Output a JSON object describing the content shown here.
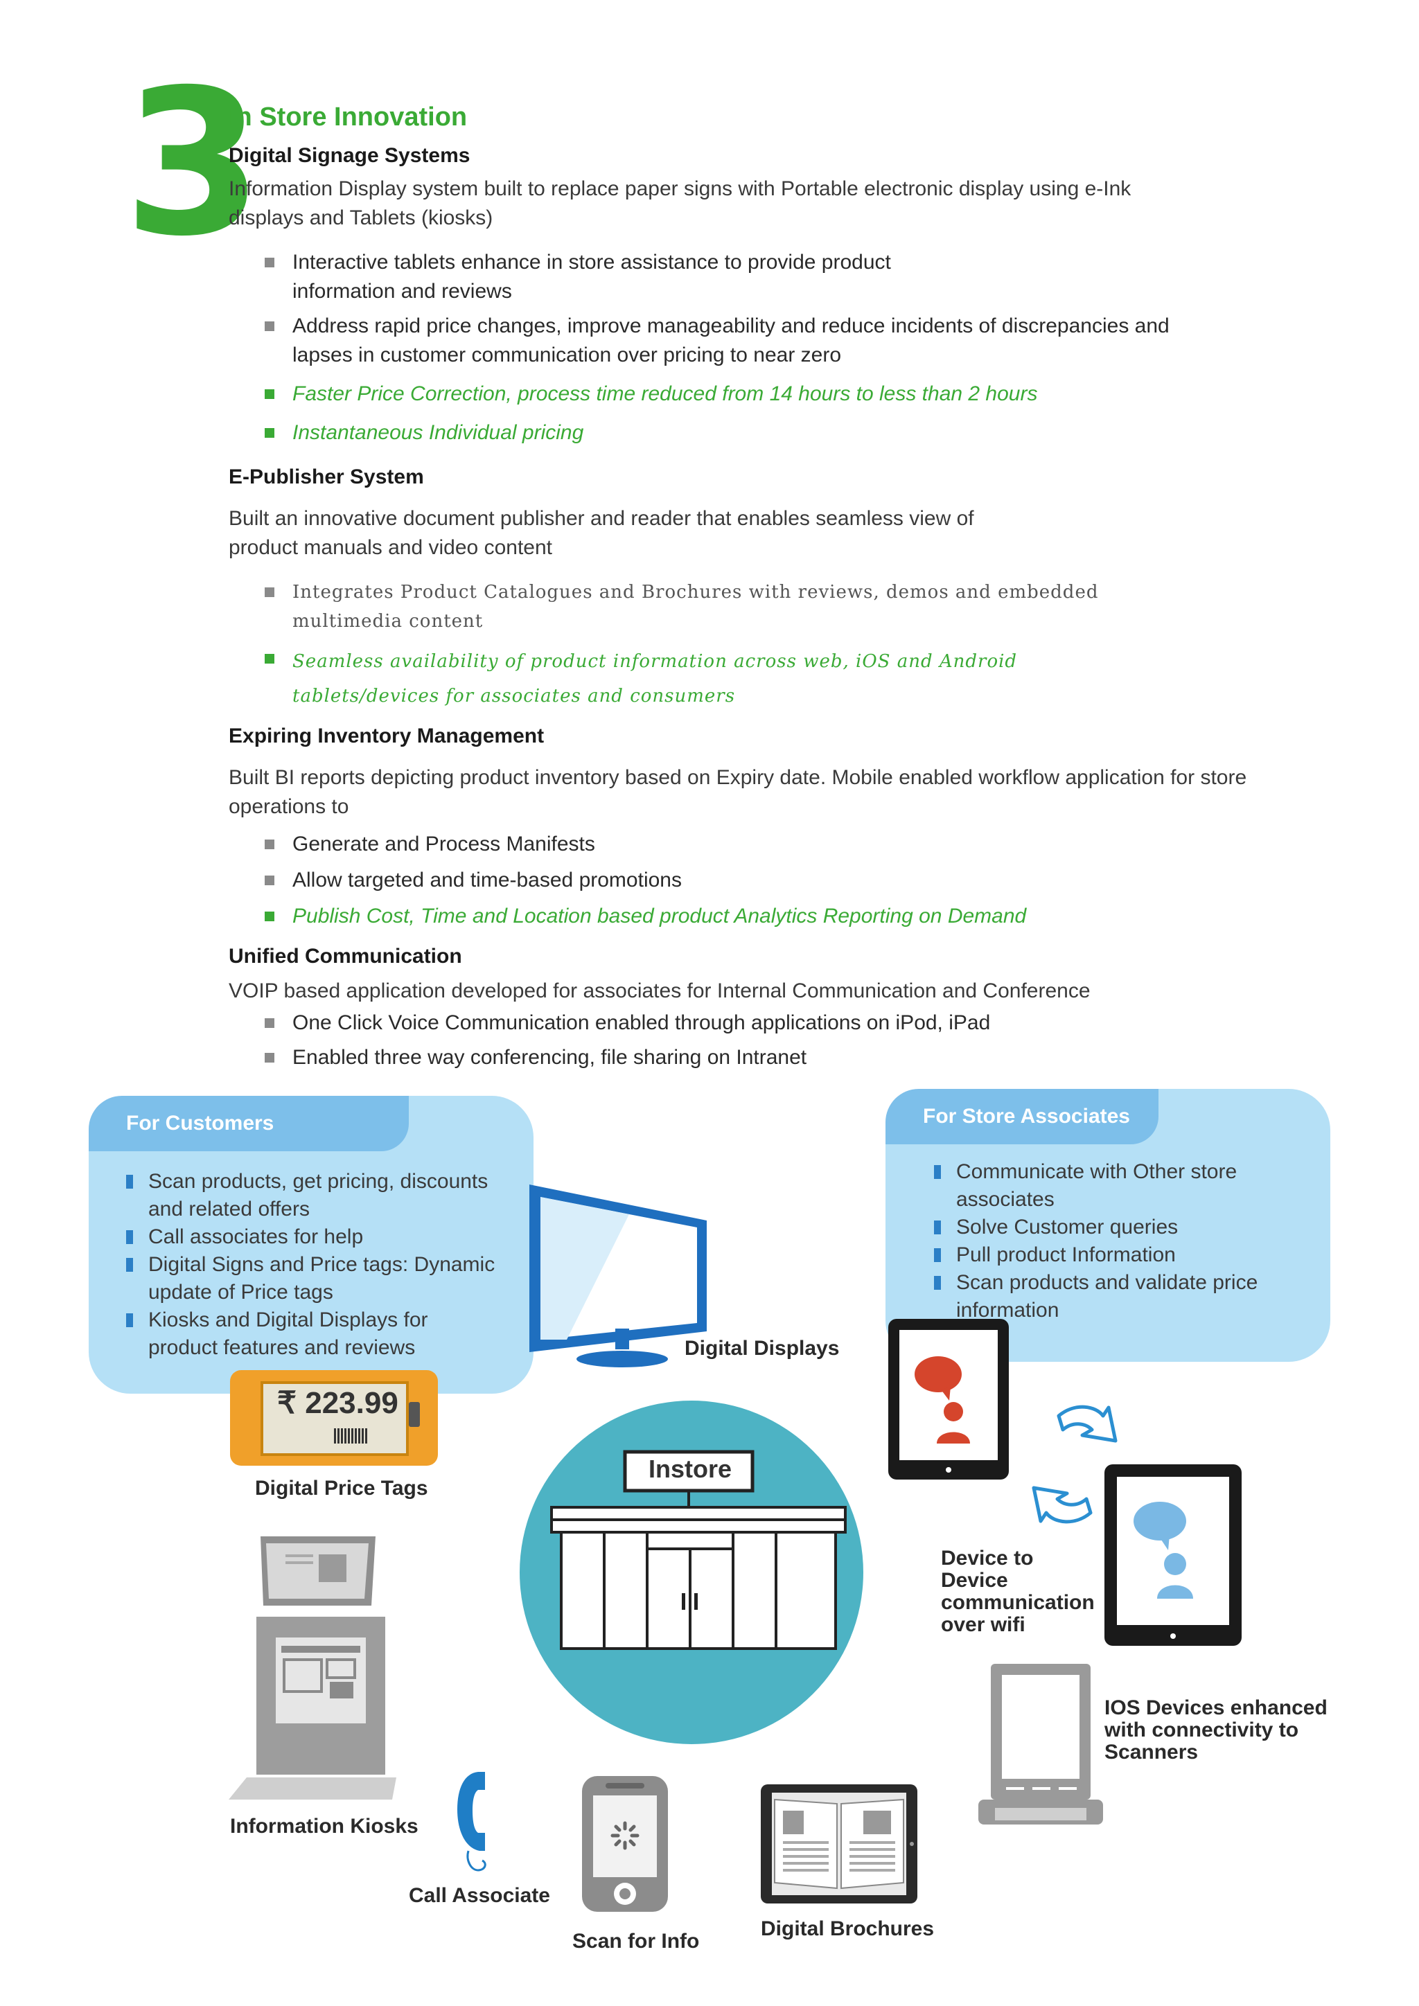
{
  "section": {
    "number": "3",
    "title": "In Store Innovation"
  },
  "digital_signage": {
    "heading": "Digital Signage Systems",
    "description": "Information Display system built to replace paper signs with Portable electronic display using e-Ink displays and Tablets (kiosks)",
    "bullets": [
      "Interactive tablets enhance in store assistance  to provide product information and reviews",
      "Address rapid price changes, improve manageability and reduce incidents of discrepancies and lapses in customer communication over pricing to near zero"
    ],
    "highlights": [
      "Faster Price Correction, process time reduced from 14 hours to less than 2 hours",
      "Instantaneous Individual pricing"
    ]
  },
  "epublisher": {
    "heading": "E-Publisher System",
    "description": "Built an innovative document publisher and reader that enables seamless view of product manuals and video content",
    "bullets": [
      "Integrates Product Catalogues and Brochures with reviews, demos and embedded multimedia content"
    ],
    "highlights": [
      "Seamless availability of product information across web, iOS and Android tablets/devices for associates and consumers"
    ]
  },
  "expiring": {
    "heading": "Expiring Inventory Management",
    "description": "Built BI reports depicting product inventory based on Expiry date. Mobile enabled workflow application for store operations to",
    "bullets": [
      "Generate and Process Manifests",
      "Allow targeted and time-based promotions"
    ],
    "highlights": [
      "Publish Cost, Time and Location based product Analytics Reporting on Demand"
    ]
  },
  "unified": {
    "heading": "Unified Communication",
    "description": "VOIP based application developed for associates for Internal Communication and Conference",
    "bullets": [
      "One Click Voice Communication enabled through applications on iPod, iPad",
      "Enabled three way conferencing, file sharing on Intranet"
    ]
  },
  "customers_panel": {
    "title": "For Customers",
    "items": [
      "Scan products, get pricing, discounts and related offers",
      "Call associates for help",
      "Digital Signs and Price tags: Dynamic update of Price tags",
      "Kiosks and Digital Displays for product features and reviews"
    ]
  },
  "associates_panel": {
    "title": "For Store Associates",
    "items": [
      "Communicate with Other store associates",
      "Solve Customer queries",
      "Pull product Information",
      "Scan products and validate price information"
    ]
  },
  "diagram": {
    "instore_label": "Instore",
    "price_tag_value": "₹ 223.99",
    "labels": {
      "digital_displays": "Digital Displays",
      "digital_price_tags": "Digital Price Tags",
      "information_kiosks": "Information Kiosks",
      "call_associate": "Call Associate",
      "scan_for_info": "Scan for Info",
      "digital_brochures": "Digital Brochures",
      "device_to_device": "Device to Device communication over wifi",
      "ios_devices": "IOS Devices enhanced with connectivity to Scanners"
    }
  },
  "colors": {
    "accent_green": "#3aaa35",
    "panel_blue": "#b5e0f6",
    "tab_blue": "#7dbfea",
    "store_circle": "#4db3c4",
    "price_tag_orange": "#f0a02a"
  }
}
